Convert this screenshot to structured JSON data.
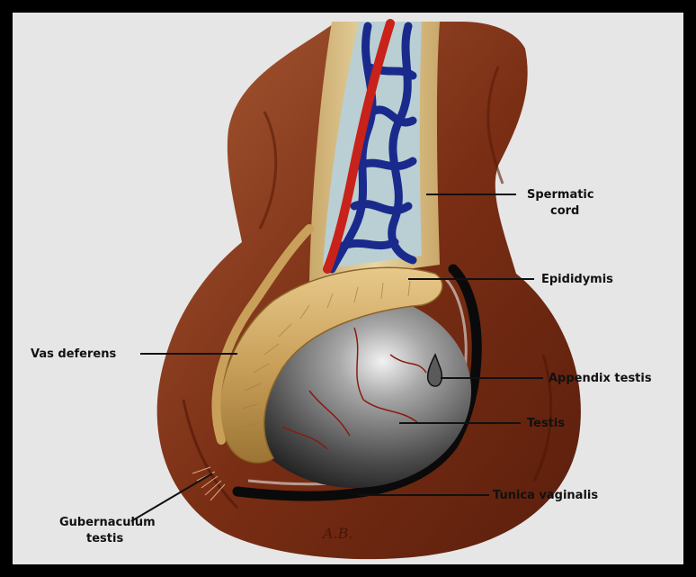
{
  "diagram": {
    "labels": {
      "spermatic_cord_line1": "Spermatic",
      "spermatic_cord_line2": "cord",
      "epididymis": "Epididymis",
      "vas_deferens": "Vas deferens",
      "appendix_testis": "Appendix testis",
      "testis": "Testis",
      "tunica_vaginalis": "Tunica vaginalis",
      "gubernaculum_line1": "Gubernaculum",
      "gubernaculum_line2": "testis"
    },
    "signature": "A.B.",
    "colors": {
      "background": "#e6e6e6",
      "frame": "#000000",
      "scrotal_wall": "#7a2e14",
      "scrotal_wall_light": "#a4502a",
      "cord_sheath": "#d9c08a",
      "veins": "#1a2a8c",
      "artery": "#c8221a",
      "epididymis": "#c9a05a",
      "testis": "#6a6a6a",
      "tunica": "#0a0a0a"
    }
  }
}
